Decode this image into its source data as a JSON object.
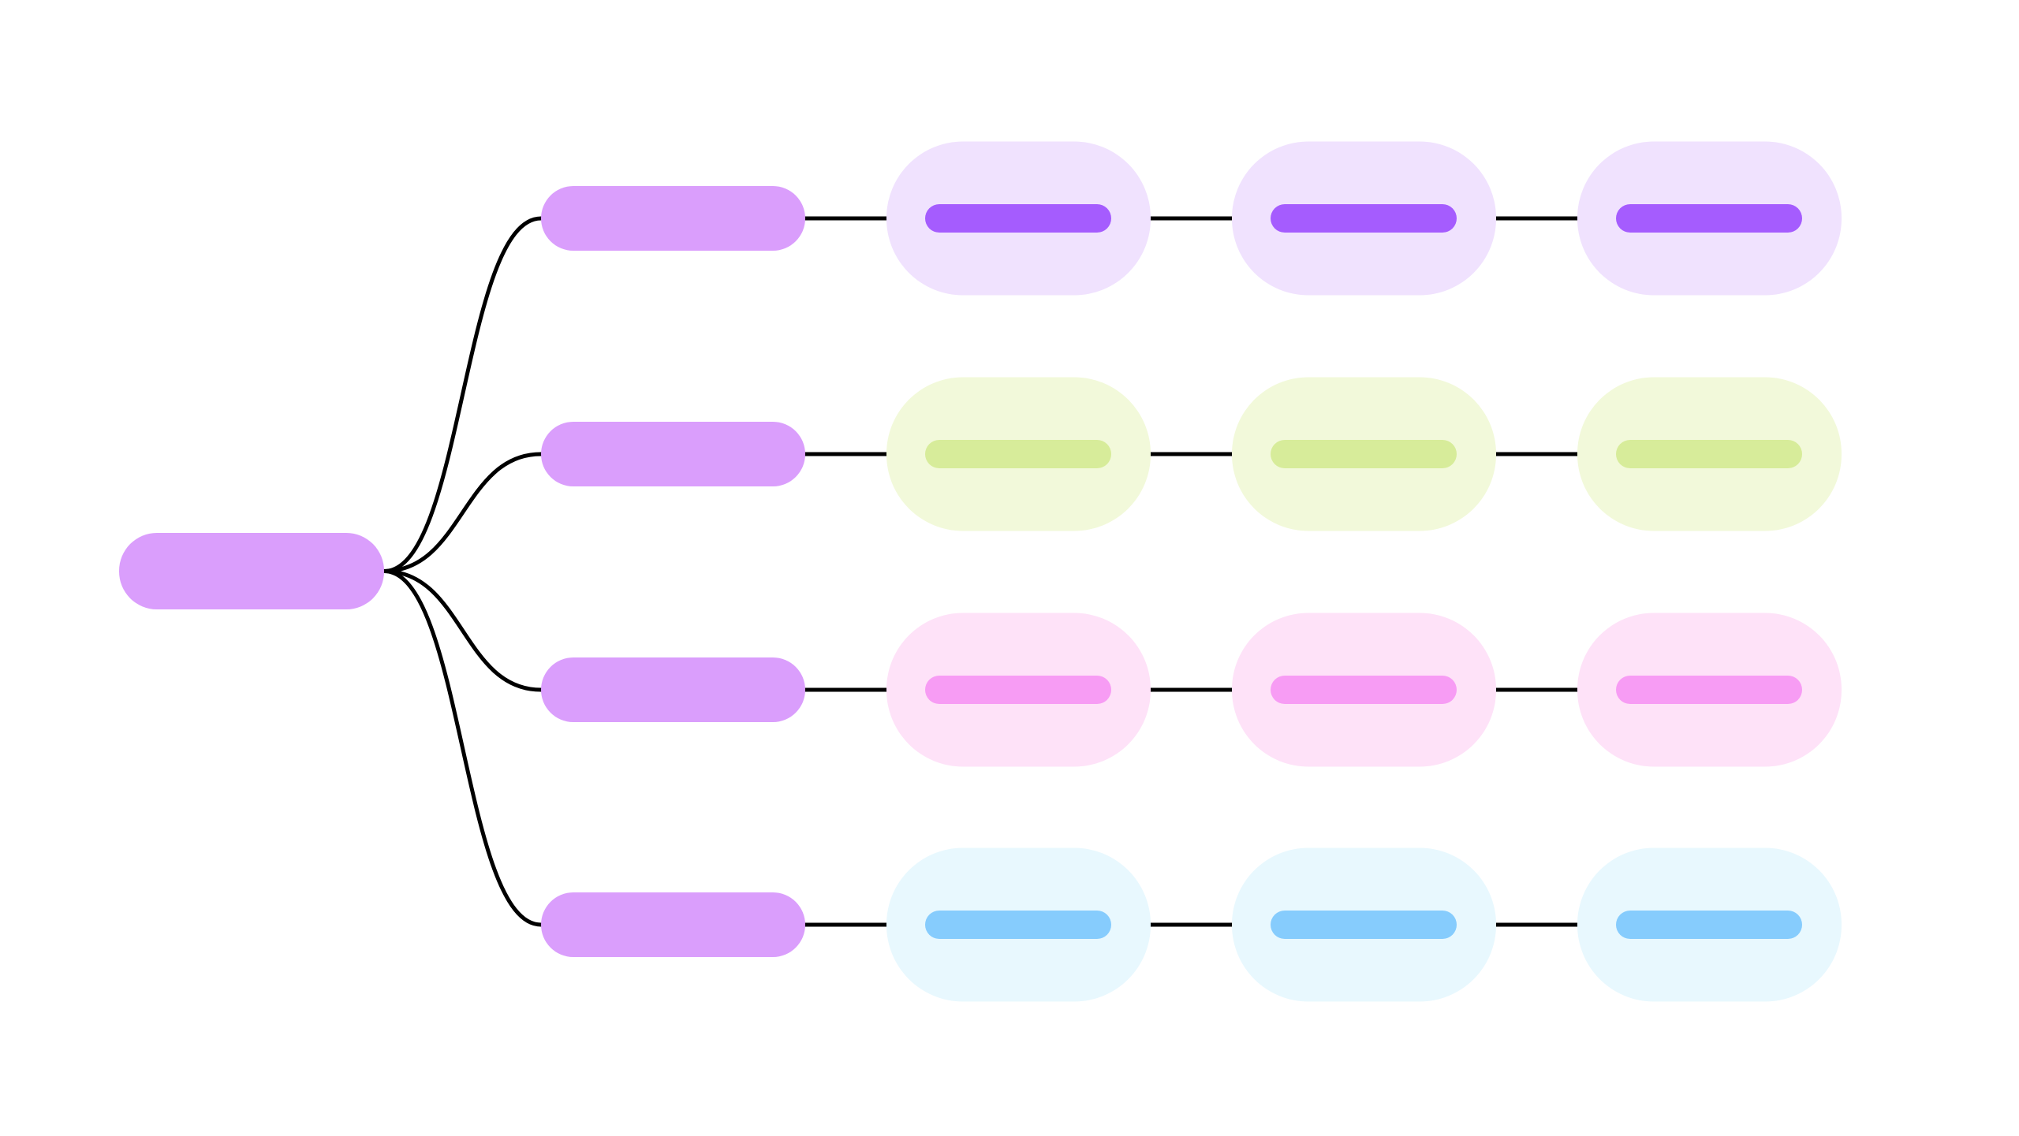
{
  "diagram": {
    "type": "mind-map",
    "root": {
      "color": "#DA9EFC"
    },
    "branch_color": "#DA9EFC",
    "line_color": "#000000",
    "rows": [
      {
        "name": "purple",
        "outer_color": "#F0E2FE",
        "inner_color": "#A55CFE",
        "nodes": 3
      },
      {
        "name": "green",
        "outer_color": "#F2F9DA",
        "inner_color": "#D7EC9A",
        "nodes": 3
      },
      {
        "name": "pink",
        "outer_color": "#FEE2F8",
        "inner_color": "#F79CF4",
        "nodes": 3
      },
      {
        "name": "blue",
        "outer_color": "#E8F8FE",
        "inner_color": "#86CCFD",
        "nodes": 3
      }
    ]
  }
}
